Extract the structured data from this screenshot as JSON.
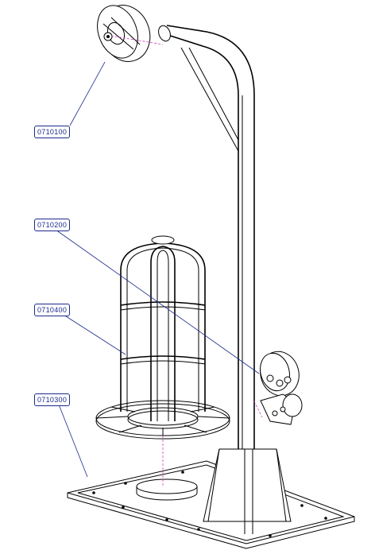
{
  "callouts": [
    {
      "id": "label-0710100",
      "text": "0710100"
    },
    {
      "id": "label-0710200",
      "text": "0710200"
    },
    {
      "id": "label-0710400",
      "text": "0710400"
    },
    {
      "id": "label-0710300",
      "text": "0710300"
    }
  ],
  "colors": {
    "callout": "#1a2a8c",
    "center_line": "#d040c0",
    "line": "#000000"
  }
}
